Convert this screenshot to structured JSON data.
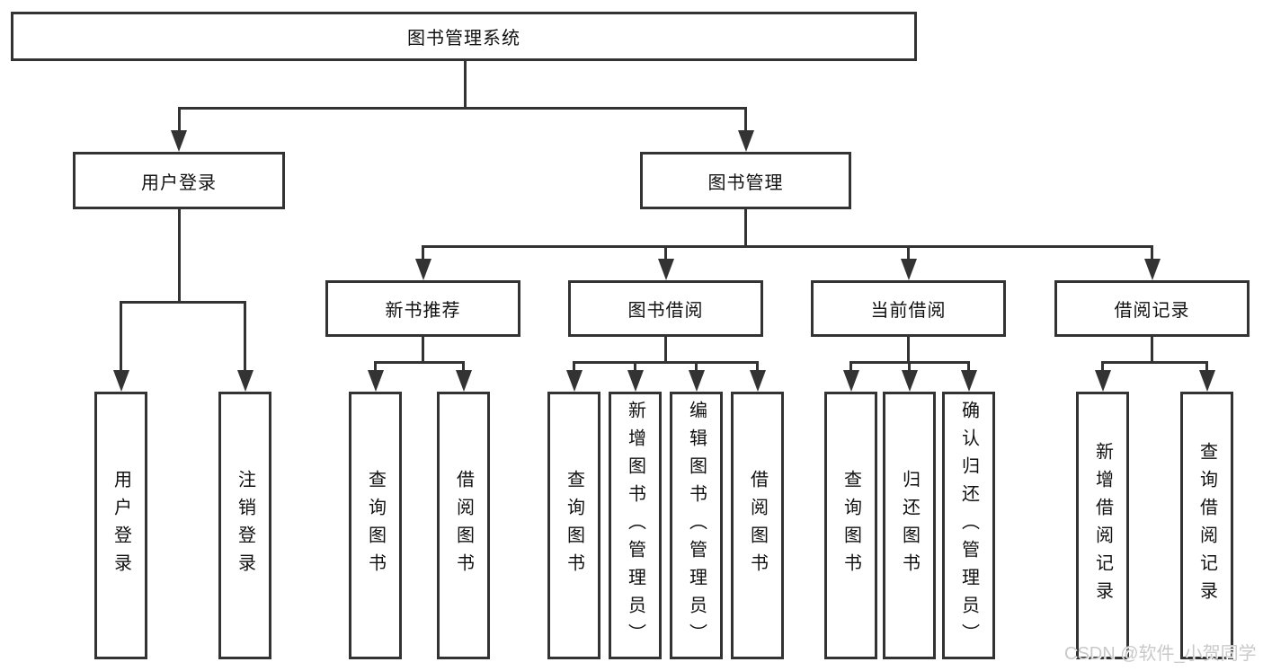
{
  "diagram": {
    "root_label": "图书管理系统",
    "level2": [
      {
        "label": "用户登录"
      },
      {
        "label": "图书管理"
      }
    ],
    "level3": [
      {
        "label": "新书推荐"
      },
      {
        "label": "图书借阅"
      },
      {
        "label": "当前借阅"
      },
      {
        "label": "借阅记录"
      }
    ],
    "level4": {
      "user_login": [
        {
          "label": "用户登录"
        },
        {
          "label": "注销登录"
        }
      ],
      "new_book": [
        {
          "label": "查询图书"
        },
        {
          "label": "借阅图书"
        }
      ],
      "book_borrow": [
        {
          "label": "查询图书"
        },
        {
          "label": "新增图书（管理员）"
        },
        {
          "label": "编辑图书（管理员）"
        },
        {
          "label": "借阅图书"
        }
      ],
      "current_borrow": [
        {
          "label": "查询图书"
        },
        {
          "label": "归还图书"
        },
        {
          "label": "确认归还（管理员）"
        }
      ],
      "borrow_records": [
        {
          "label": "新增借阅记录"
        },
        {
          "label": "查询借阅记录"
        }
      ]
    }
  },
  "watermark": {
    "text": "CSDN @软件_小贺同学"
  },
  "colors": {
    "line": "#333333",
    "box_border": "#333333",
    "text": "#111111",
    "watermark": "#c9c9c9",
    "background": "#ffffff"
  }
}
